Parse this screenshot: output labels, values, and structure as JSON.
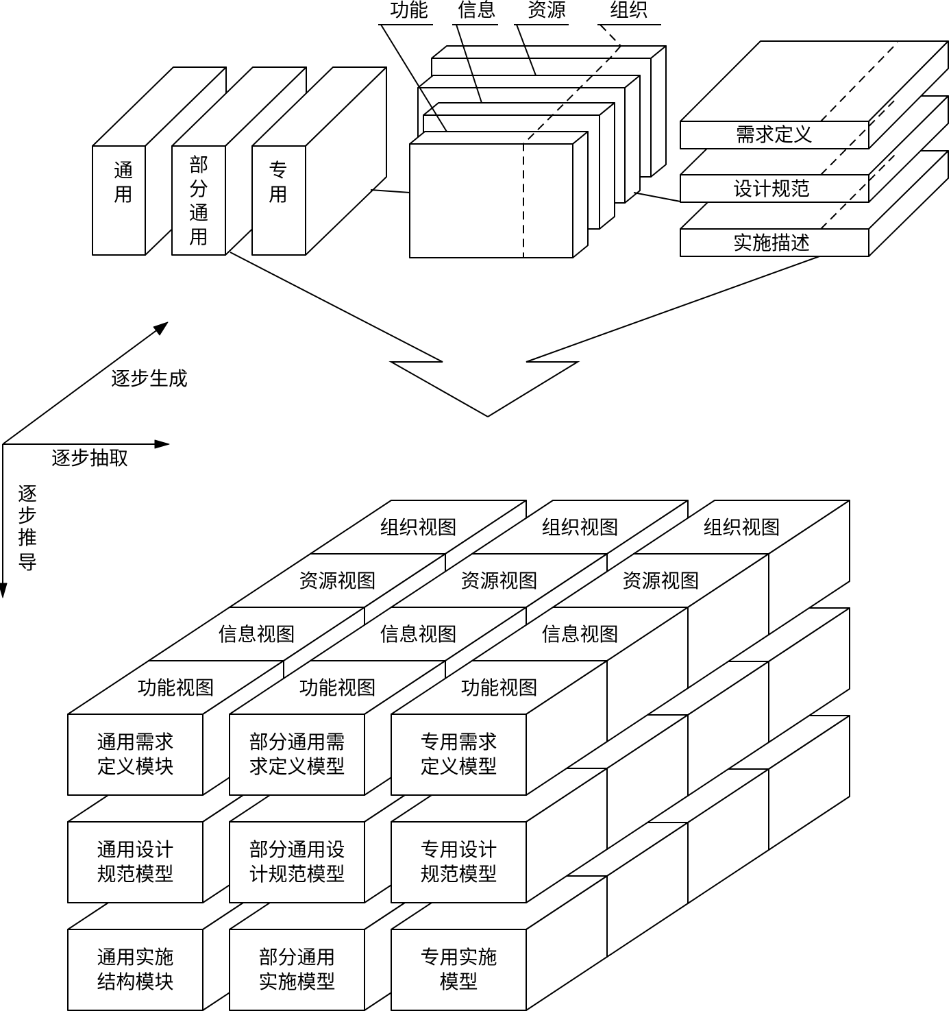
{
  "axes": {
    "generate": "逐步生成",
    "extract": "逐步抽取",
    "derive": [
      "逐",
      "步",
      "推",
      "导"
    ]
  },
  "generality": {
    "general": [
      "通",
      "用"
    ],
    "partial": [
      "部",
      "分",
      "通",
      "用"
    ],
    "specific": [
      "专",
      "用"
    ]
  },
  "view_labels": [
    "功能",
    "信息",
    "资源",
    "组织"
  ],
  "lifecycle": [
    "需求定义",
    "设计规范",
    "实施描述"
  ],
  "views": {
    "org": "组织视图",
    "res": "资源视图",
    "info": "信息视图",
    "func": "功能视图"
  },
  "front_matrix": [
    [
      [
        "通用需求",
        "定义模块"
      ],
      [
        "部分通用需",
        "求定义模型"
      ],
      [
        "专用需求",
        "定义模型"
      ]
    ],
    [
      [
        "通用设计",
        "规范模型"
      ],
      [
        "部分通用设",
        "计规范模型"
      ],
      [
        "专用设计",
        "规范模型"
      ]
    ],
    [
      [
        "通用实施",
        "结构模块"
      ],
      [
        "部分通用",
        "实施模型"
      ],
      [
        "专用实施",
        "模型"
      ]
    ]
  ]
}
